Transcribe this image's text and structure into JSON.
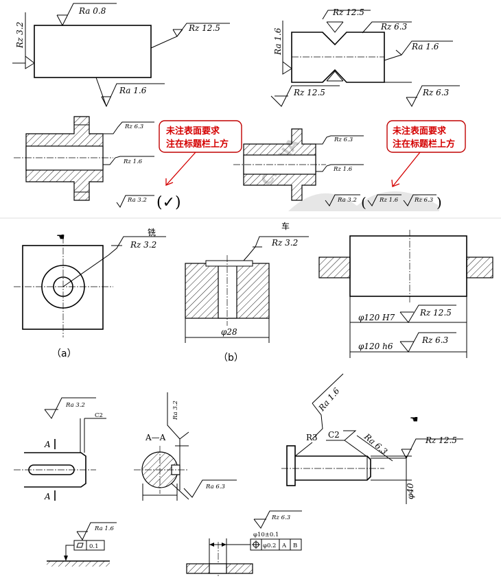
{
  "symbols": {
    "p1_ra08": "Ra 0.8",
    "p1_rz125": "Rz 12.5",
    "p1_rz32": "Rz 3.2",
    "p1_ra16": "Ra 1.6",
    "p2_rz125_top": "Rz 12.5",
    "p2_rz63_top": "Rz 6.3",
    "p2_ra16_left": "Ra 1.6",
    "p2_ra16_right": "Ra 1.6",
    "p2_rz125_bot": "Rz 12.5",
    "p2_rz63_bot": "Rz 6.3",
    "p3_rz63": "Rz 6.3",
    "p3_rz16": "Rz 1.6",
    "p3_ra32": "Ra 3.2",
    "p4_rz63": "Rz 6.3",
    "p4_rz16": "Rz 1.6",
    "p4_ra32": "Ra 3.2",
    "p4_rz16b": "Rz 1.6",
    "p4_rz63b": "Rz 6.3",
    "a_rz32": "Rz 3.2",
    "b_rz32": "Rz 3.2",
    "c_rz125": "Rz 12.5",
    "c_rz63": "Rz 6.3",
    "d_ra32": "Ra 3.2",
    "e_ra32": "Ra 3.2",
    "e_ra63": "Ra 6.3",
    "f_ra16": "Ra 1.6",
    "f_ra63": "Ra 6.3",
    "f_rz125": "Rz 12.5",
    "g_ra16": "Ra 1.6",
    "h_rz63": "Rz 6.3"
  },
  "notes": {
    "note1_line1": "未注表面要求",
    "note1_line2": "注在标题栏上方",
    "note2_line1": "未注表面要求",
    "note2_line2": "注在标题栏上方"
  },
  "labels": {
    "mill": "铣",
    "turn": "车",
    "caption_a": "（a）",
    "caption_b": "（b）",
    "dim_28": "φ28",
    "dim_120H7": "φ120 H7",
    "dim_120h6": "φ120 h6",
    "chamfer_c2": "C2",
    "section_a": "A",
    "section_a2": "A",
    "section_aa": "A—A",
    "radius_r3": "R3",
    "chamfer_c2b": "C2",
    "dim_40": "φ40",
    "tol_flat": "0.1",
    "hole_dim": "φ10±0.1",
    "tol_pos": "φ0.2",
    "datum_a": "A",
    "datum_b": "B",
    "watermark": "CHINA"
  },
  "colors": {
    "note_red": "#d40000",
    "line": "#000000"
  }
}
